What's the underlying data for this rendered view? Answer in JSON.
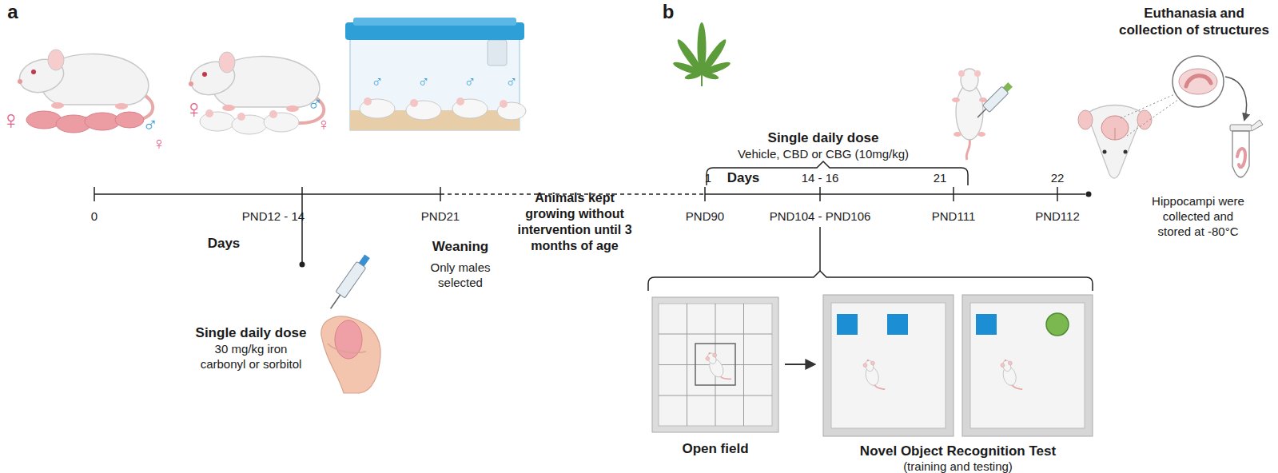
{
  "diagram": {
    "nodes": [
      {
        "text": [
          "Open field"
        ]
      },
      {
        "text": [
          "Novel Object Recognition Test",
          "(training and testing)"
        ]
      }
    ],
    "edges": [
      {
        "from": 0,
        "to": 1,
        "arrow": "to"
      }
    ],
    "labels": [
      "a",
      "b",
      "♀",
      "♂",
      "♀",
      "♀",
      "♂",
      "♀",
      "♂",
      "♂",
      "♂",
      "♂",
      "0",
      "PND12 - 14",
      "Days",
      "PND21",
      "Weaning",
      "Only males selected",
      "Animals kept growing without intervention until 3 months of age",
      "Single daily dose",
      "30 mg/kg iron carbonyl or sorbitol",
      "Single daily dose",
      "Vehicle, CBD or CBG (10mg/kg)",
      "1",
      "Days",
      "14 - 16",
      "21",
      "22",
      "PND90",
      "PND104 - PND106",
      "PND111",
      "PND112",
      "Euthanasia and collection of structures",
      "Hippocampi were collected and stored at -80°C"
    ]
  }
}
